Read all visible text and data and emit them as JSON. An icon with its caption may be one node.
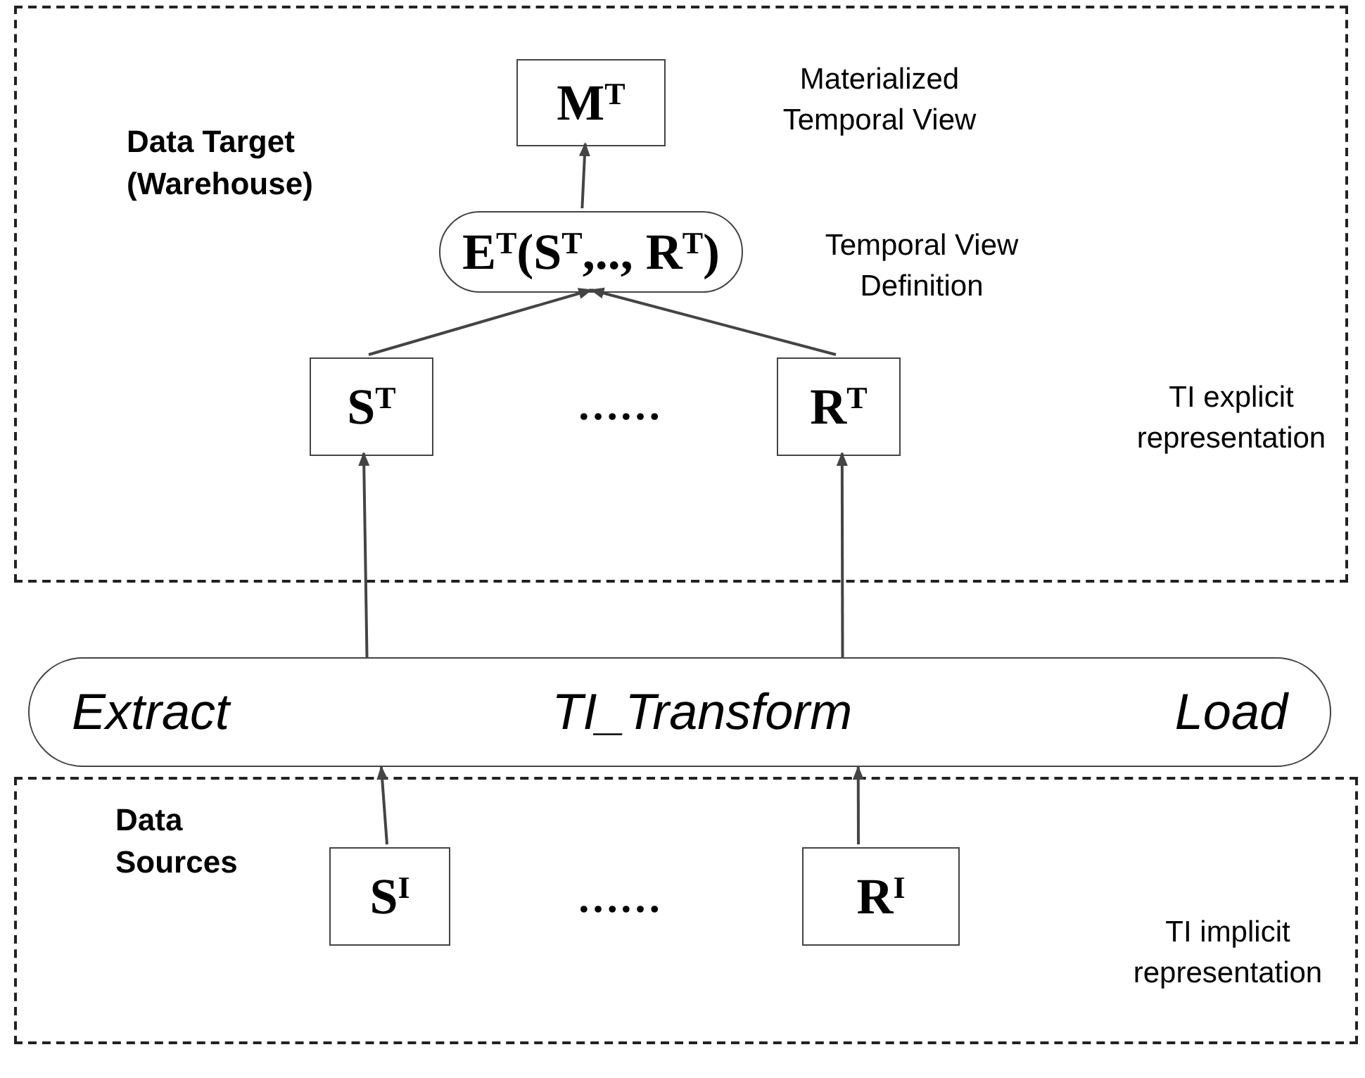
{
  "diagram": {
    "nodes": [
      {
        "text": [
          "Data Target (Warehouse)"
        ]
      },
      {
        "text": [
          "M$^{T}$"
        ],
        "in": 0,
        "beside": [
          "Materialized Temporal View"
        ]
      },
      {
        "text": [
          "E$^{T}$(S$^{T}$,.., R$^{T}$)"
        ],
        "in": 0,
        "beside": [
          "Temporal View Definition"
        ]
      },
      {
        "text": [
          "S$^{T}$"
        ],
        "in": 0
      },
      {
        "text": [
          "R$^{T}$"
        ],
        "in": 0
      },
      {
        "text": [
          "Extract",
          "TI_Transform",
          "Load"
        ]
      },
      {
        "text": [
          "Data Sources"
        ]
      },
      {
        "text": [
          "S$^{I}$"
        ],
        "in": 6
      },
      {
        "text": [
          "R$^{I}$"
        ],
        "in": 6
      }
    ],
    "edges": [
      {
        "from": 2,
        "to": 1,
        "arrow": "to"
      },
      {
        "from": 3,
        "to": 2,
        "arrow": "to"
      },
      {
        "from": 4,
        "to": 2,
        "arrow": "to"
      },
      {
        "from": 5,
        "to": 3,
        "arrow": "to"
      },
      {
        "from": 5,
        "to": 4,
        "arrow": "to"
      },
      {
        "from": 7,
        "to": 5,
        "arrow": "to"
      },
      {
        "from": 8,
        "to": 5,
        "arrow": "to"
      }
    ],
    "labels": [
      "……",
      "TI explicit representation",
      "……",
      "TI implicit representation"
    ]
  }
}
